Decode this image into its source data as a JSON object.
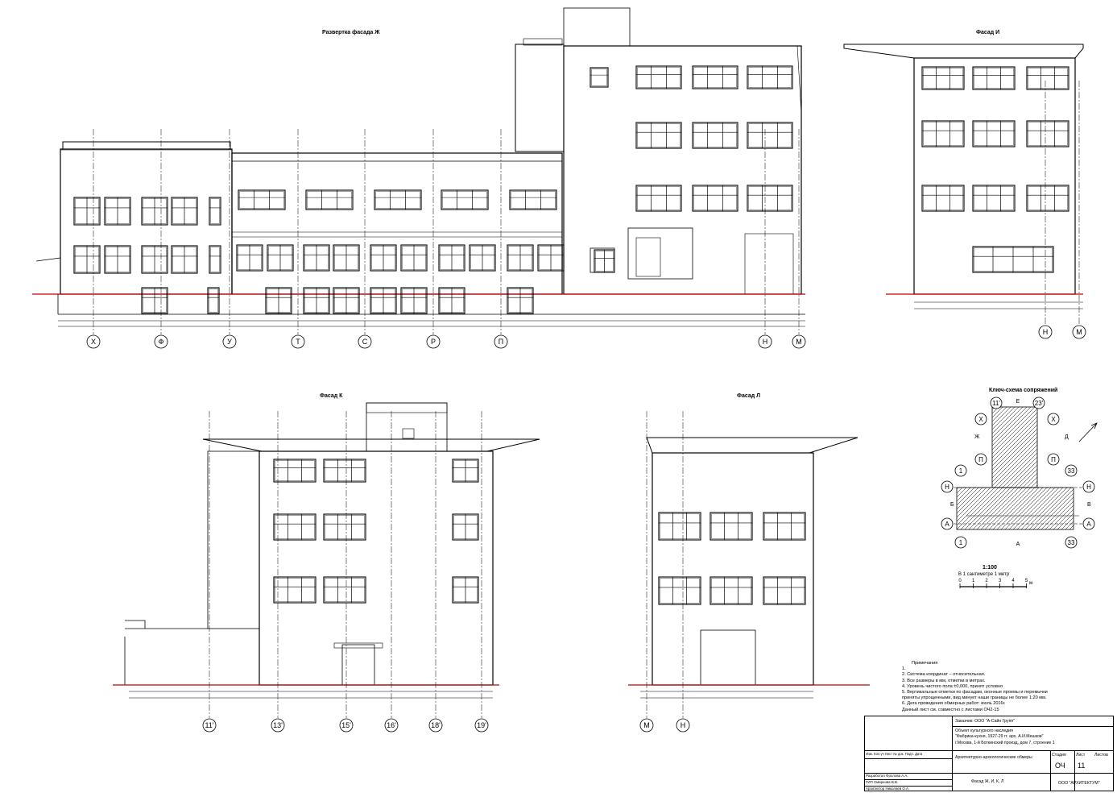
{
  "titles": {
    "facade_zh": "Развертка фасада Ж",
    "facade_i": "Фасад И",
    "facade_k": "Фасад К",
    "facade_l": "Фасад Л",
    "keyplan": "Ключ-схема сопряжений"
  },
  "axes_zh": [
    "Х",
    "Ф",
    "У",
    "Т",
    "С",
    "Р",
    "П",
    "Н",
    "М"
  ],
  "axes_i": [
    "Н",
    "М"
  ],
  "axes_k": [
    "11'",
    "13'",
    "15'",
    "16'",
    "18'",
    "19'"
  ],
  "axes_l": [
    "М",
    "Н"
  ],
  "keyplan_axes": {
    "top": [
      "11'",
      "Е",
      "23'"
    ],
    "row2": [
      "Х",
      "Х"
    ],
    "row3": [
      "Ж",
      "Д"
    ],
    "row4": [
      "П",
      "П"
    ],
    "row5": [
      "1",
      "33"
    ],
    "row6": [
      "Н",
      "Н"
    ],
    "row7": [
      "Б",
      "В"
    ],
    "row8": [
      "А",
      "А"
    ],
    "bottom": [
      "1",
      "А",
      "33"
    ]
  },
  "scale": {
    "ratio": "1:100",
    "text": "В 1 сантиметре  1 метр",
    "ticks": [
      "0",
      "1",
      "2",
      "3",
      "4",
      "5"
    ],
    "unit": "м"
  },
  "notes": {
    "header": "Примечания",
    "items": [
      "1.",
      "2.  Система координат – относительная.",
      "3.  Все размеры в мм, отметки в метрах.",
      "4.  Уровень чистого пола ±0,000, принят условно",
      "5.  Вертикальные отметки по фасадам, оконные проемы и перемычки",
      "     приняты упрощенными, вид минует наши границы не более 1:20 мм.",
      "6.  Дата проведения обмерных работ: июль 2016г.",
      "Данный лист см. совместно с листами ОЧ2-15"
    ]
  },
  "stamp": {
    "client": "Заказчик: ООО \"А-Сайн Групп\"",
    "object": "Объект культурного наследия",
    "object_name": "\"Фабрика-кухня, 1927-29 гг. арх. А.И.Мешков\"",
    "address": "г.Москва, 1-й Боткинский проезд, дом 7, строение 1",
    "sheet_title": "Архитектурно-археологические обмеры",
    "drawing_name": "Фасад Ж, И, К, Л",
    "stage_label": "Стадия",
    "sheet_label": "Лист",
    "sheets_label": "Листов",
    "stage": "ОЧ",
    "sheet_no": "11",
    "org": "ООО \"АРХИТЕКТУМ\"",
    "col_headers": [
      "Изм.",
      "Кол.уч",
      "Лист",
      "№ док.",
      "Подп.",
      "Дата"
    ],
    "sign_rows": [
      [
        "Разработал",
        "Фролова А.А."
      ],
      [
        "ГИП",
        "Смирнова В.В."
      ],
      [
        "Архитектор",
        "Николаев О.А."
      ]
    ]
  }
}
